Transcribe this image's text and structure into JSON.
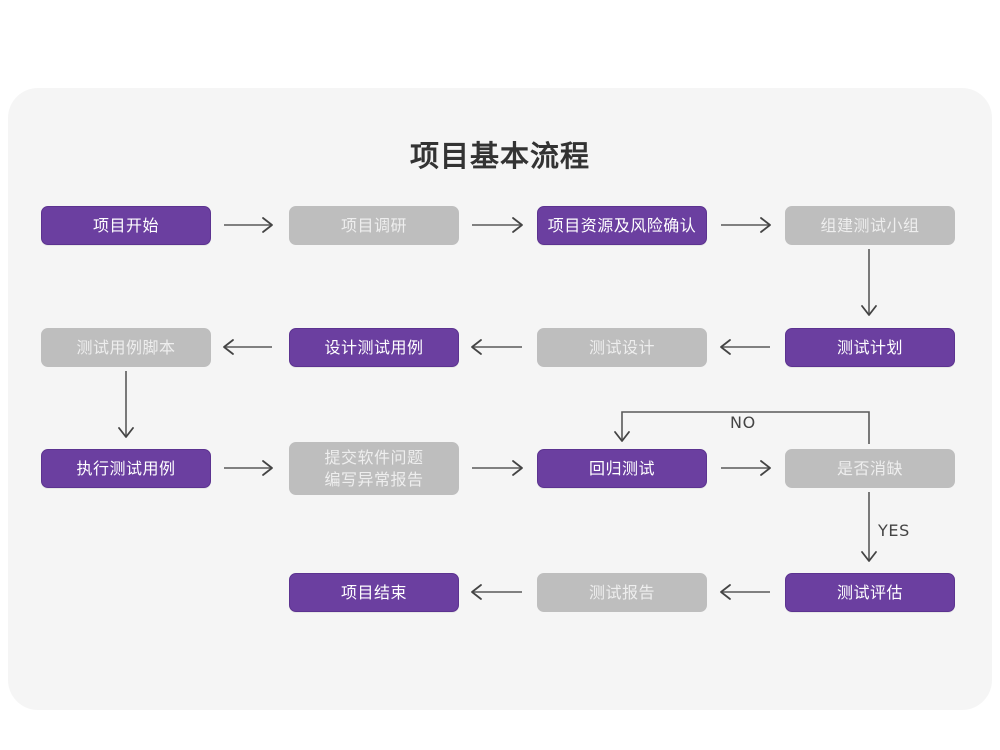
{
  "title": "项目基本流程",
  "theme": {
    "page_background": "#ffffff",
    "panel_background": "#f5f5f5",
    "accent_purple": "#6b3fa0",
    "muted_gray": "#bebebe",
    "title_color": "#333333",
    "connector_color": "#5a5a5a"
  },
  "nodes": {
    "n1": {
      "label": "项目开始",
      "style": "purple"
    },
    "n2": {
      "label": "项目调研",
      "style": "gray"
    },
    "n3": {
      "label": "项目资源及风险确认",
      "style": "purple"
    },
    "n4": {
      "label": "组建测试小组",
      "style": "gray"
    },
    "n5": {
      "label": "测试用例脚本",
      "style": "gray"
    },
    "n6": {
      "label": "设计测试用例",
      "style": "purple"
    },
    "n7": {
      "label": "测试设计",
      "style": "gray"
    },
    "n8": {
      "label": "测试计划",
      "style": "purple"
    },
    "n9": {
      "label": "执行测试用例",
      "style": "purple"
    },
    "n10": {
      "label": "提交软件问题\n编写异常报告",
      "style": "gray"
    },
    "n11": {
      "label": "回归测试",
      "style": "purple"
    },
    "n12": {
      "label": "是否消缺",
      "style": "gray"
    },
    "n13": {
      "label": "项目结束",
      "style": "purple"
    },
    "n14": {
      "label": "测试报告",
      "style": "gray"
    },
    "n15": {
      "label": "测试评估",
      "style": "purple"
    }
  },
  "branch_labels": {
    "no": "NO",
    "yes": "YES"
  }
}
